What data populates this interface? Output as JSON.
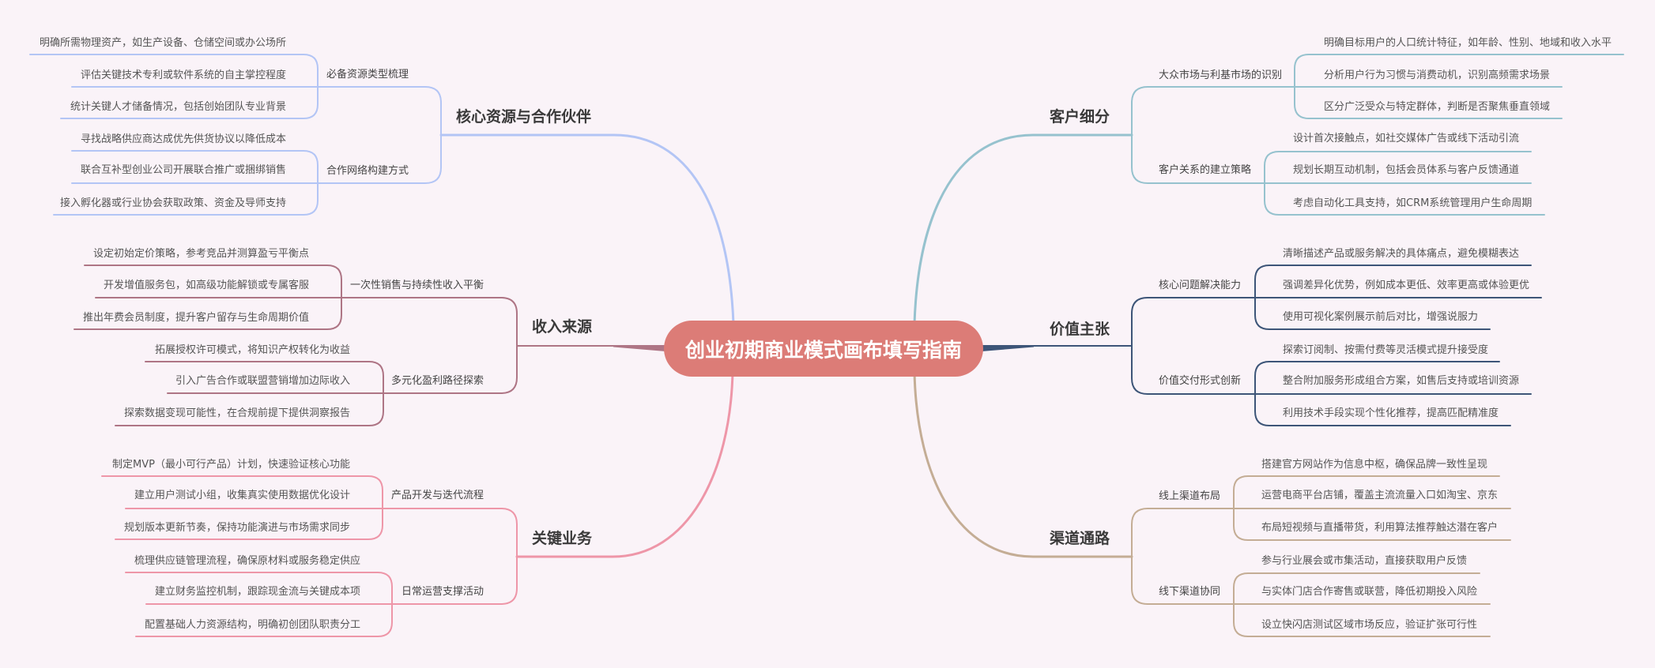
{
  "central_topic": "创业初期商业模式画布填写指南",
  "colors": {
    "background": "#faf3f8",
    "central_fill": "#dc7c77",
    "central_text": "#ffffff"
  },
  "branches": [
    {
      "position": "left-top",
      "title": "核心资源与合作伙伴",
      "color": "#b3c5f5",
      "subtopics": [
        {
          "title": "必备资源类型梳理",
          "items": [
            "明确所需物理资产，如生产设备、仓储空间或办公场所",
            "评估关键技术专利或软件系统的自主掌控程度",
            "统计关键人才储备情况，包括创始团队专业背景"
          ]
        },
        {
          "title": "合作网络构建方式",
          "items": [
            "寻找战略供应商达成优先供货协议以降低成本",
            "联合互补型创业公司开展联合推广或捆绑销售",
            "接入孵化器或行业协会获取政策、资金及导师支持"
          ]
        }
      ]
    },
    {
      "position": "left-middle",
      "title": "收入来源",
      "color": "#ae7585",
      "subtopics": [
        {
          "title": "一次性销售与持续性收入平衡",
          "items": [
            "设定初始定价策略，参考竞品并测算盈亏平衡点",
            "开发增值服务包，如高级功能解锁或专属客服",
            "推出年费会员制度，提升客户留存与生命周期价值"
          ]
        },
        {
          "title": "多元化盈利路径探索",
          "items": [
            "拓展授权许可模式，将知识产权转化为收益",
            "引入广告合作或联盟营销增加边际收入",
            "探索数据变现可能性，在合规前提下提供洞察报告"
          ]
        }
      ]
    },
    {
      "position": "left-bottom",
      "title": "关键业务",
      "color": "#ee96a8",
      "subtopics": [
        {
          "title": "产品开发与迭代流程",
          "items": [
            "制定MVP（最小可行产品）计划，快速验证核心功能",
            "建立用户测试小组，收集真实使用数据优化设计",
            "规划版本更新节奏，保持功能演进与市场需求同步"
          ]
        },
        {
          "title": "日常运营支撑活动",
          "items": [
            "梳理供应链管理流程，确保原材料或服务稳定供应",
            "建立财务监控机制，跟踪现金流与关键成本项",
            "配置基础人力资源结构，明确初创团队职责分工"
          ]
        }
      ]
    },
    {
      "position": "right-top",
      "title": "客户细分",
      "color": "#96c2ce",
      "subtopics": [
        {
          "title": "大众市场与利基市场的识别",
          "items": [
            "明确目标用户的人口统计特征，如年龄、性别、地域和收入水平",
            "分析用户行为习惯与消费动机，识别高频需求场景",
            "区分广泛受众与特定群体，判断是否聚焦垂直领域"
          ]
        },
        {
          "title": "客户关系的建立策略",
          "items": [
            "设计首次接触点，如社交媒体广告或线下活动引流",
            "规划长期互动机制，包括会员体系与客户反馈通道",
            "考虑自动化工具支持，如CRM系统管理用户生命周期"
          ]
        }
      ]
    },
    {
      "position": "right-middle",
      "title": "价值主张",
      "color": "#3d5578",
      "subtopics": [
        {
          "title": "核心问题解决能力",
          "items": [
            "清晰描述产品或服务解决的具体痛点，避免模糊表达",
            "强调差异化优势，例如成本更低、效率更高或体验更优",
            "使用可视化案例展示前后对比，增强说服力"
          ]
        },
        {
          "title": "价值交付形式创新",
          "items": [
            "探索订阅制、按需付费等灵活模式提升接受度",
            "整合附加服务形成组合方案，如售后支持或培训资源",
            "利用技术手段实现个性化推荐，提高匹配精准度"
          ]
        }
      ]
    },
    {
      "position": "right-bottom",
      "title": "渠道通路",
      "color": "#c4ad95",
      "subtopics": [
        {
          "title": "线上渠道布局",
          "items": [
            "搭建官方网站作为信息中枢，确保品牌一致性呈现",
            "运营电商平台店铺，覆盖主流流量入口如淘宝、京东",
            "布局短视频与直播带货，利用算法推荐触达潜在客户"
          ]
        },
        {
          "title": "线下渠道协同",
          "items": [
            "参与行业展会或市集活动，直接获取用户反馈",
            "与实体门店合作寄售或联营，降低初期投入风险",
            "设立快闪店测试区域市场反应，验证扩张可行性"
          ]
        }
      ]
    }
  ]
}
